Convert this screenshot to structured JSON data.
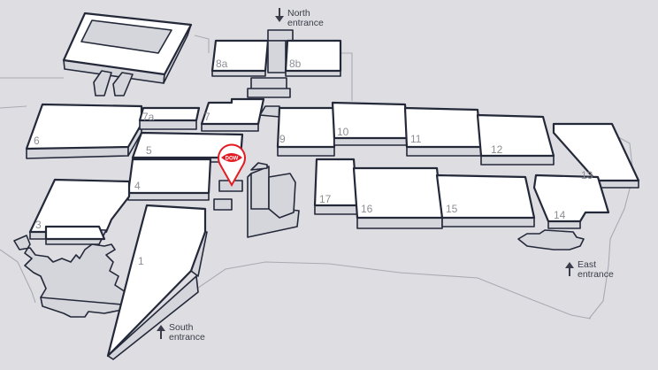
{
  "entrances": {
    "north": {
      "line1": "North",
      "line2": "entrance",
      "direction": "down"
    },
    "south": {
      "line1": "South",
      "line2": "entrance",
      "direction": "up"
    },
    "east": {
      "line1": "East",
      "line2": "entrance",
      "direction": "up"
    }
  },
  "halls": [
    "1",
    "3",
    "4",
    "5",
    "6",
    "7",
    "7a",
    "8a",
    "8b",
    "9",
    "10",
    "11",
    "12",
    "13",
    "14",
    "15",
    "16",
    "17"
  ],
  "marker": {
    "brand": "DOW",
    "icon": "location-pin-icon",
    "color": "#e31b23"
  },
  "colors": {
    "background": "#dedee2",
    "building_top": "#ffffff",
    "outline": "#24293a",
    "label": "#8e8f96"
  }
}
